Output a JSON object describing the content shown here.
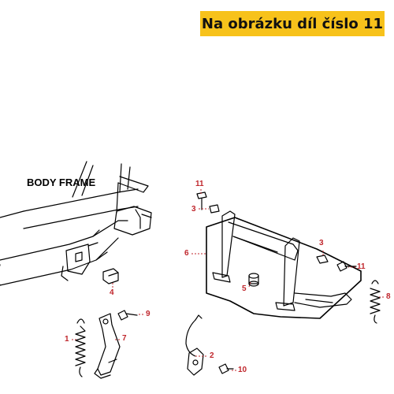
{
  "banner": {
    "text": "Na obrázku díl číslo 11"
  },
  "diagram": {
    "frame_label": "BODY FRAME",
    "callouts": [
      "1",
      "2",
      "3",
      "3",
      "4",
      "5",
      "6",
      "7",
      "8",
      "9",
      "10",
      "11",
      "11"
    ],
    "colors": {
      "callout": "#c0272d",
      "banner": "#f7c21b",
      "line": "#000000"
    }
  }
}
